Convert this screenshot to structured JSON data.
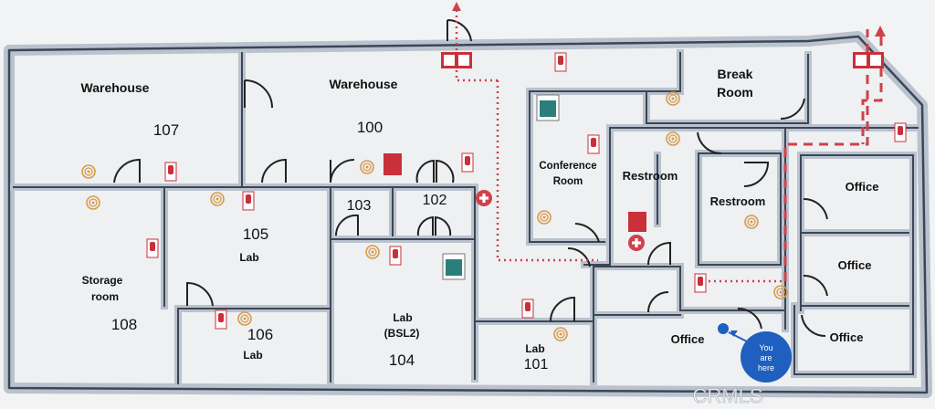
{
  "rooms": {
    "warehouse_107": {
      "name": "Warehouse",
      "number": "107"
    },
    "warehouse_100": {
      "name": "Warehouse",
      "number": "100"
    },
    "break_room": {
      "line1": "Break",
      "line2": "Room"
    },
    "conference_room": {
      "line1": "Conference",
      "line2": "Room"
    },
    "restroom_1": {
      "name": "Restroom"
    },
    "restroom_2": {
      "name": "Restroom"
    },
    "office_1": {
      "name": "Office"
    },
    "office_2": {
      "name": "Office"
    },
    "office_3": {
      "name": "Office"
    },
    "office_4": {
      "name": "Office"
    },
    "storage_108": {
      "line1": "Storage",
      "line2": "room",
      "number": "108"
    },
    "lab_105": {
      "number": "105",
      "name": "Lab"
    },
    "room_103": {
      "number": "103"
    },
    "room_102": {
      "number": "102"
    },
    "lab_104": {
      "line1": "Lab",
      "line2": "(BSL2)",
      "number": "104"
    },
    "lab_106": {
      "number": "106",
      "name": "Lab"
    },
    "lab_101": {
      "name": "Lab",
      "number": "101"
    }
  },
  "you_are_here": {
    "line1": "You",
    "line2": "are",
    "line3": "here"
  },
  "watermark": "CRMLS",
  "colors": {
    "wall": "#3c4656",
    "wall_fill": "#b9c2cd",
    "floor": "#eef0f2",
    "route": "#d0404b",
    "marker": "#1f5fbf",
    "extinguisher": "#c9303a",
    "alarm": "#d89a4a",
    "first_aid": "#d0404b",
    "emergency_sign": "#2a7f7a"
  }
}
